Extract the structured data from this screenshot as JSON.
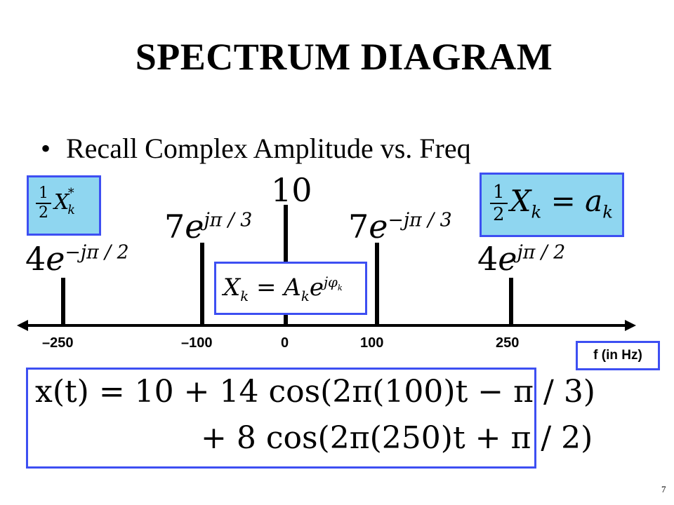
{
  "slide": {
    "title": "SPECTRUM DIAGRAM",
    "bullet": "Recall Complex Amplitude vs. Freq",
    "page_number": "7",
    "accent_color": "#3d4ff2",
    "box_fill_color": "#8fd6f0"
  },
  "spectrum": {
    "axis_label": "f (in Hz)",
    "lines": [
      {
        "freq": "–250",
        "coef": "4",
        "exp": "−jπ / 2"
      },
      {
        "freq": "–100",
        "coef": "7",
        "exp": "jπ / 3"
      },
      {
        "freq": "0",
        "coef": "10",
        "exp": ""
      },
      {
        "freq": "100",
        "coef": "7",
        "exp": "−jπ / 3"
      },
      {
        "freq": "250",
        "coef": "4",
        "exp": "jπ / 2"
      }
    ]
  },
  "notes": {
    "conjugate": {
      "frac_num": "1",
      "frac_den": "2",
      "var": "X",
      "sub": "k",
      "sup": "*"
    },
    "half_xk": {
      "frac_num": "1",
      "frac_den": "2",
      "lhs_var": "X",
      "lhs_sub": "k",
      "rhs_var": "a",
      "rhs_sub": "k"
    },
    "phasor": {
      "lhs_var": "X",
      "lhs_sub": "k",
      "amp_var": "A",
      "amp_sub": "k",
      "base": "e",
      "exp": "jφ",
      "exp_sub": "k"
    }
  },
  "equation": {
    "line1": "x(t) = 10 + 14 cos(2π(100)t − π / 3)",
    "line2": "+ 8 cos(2π(250)t + π / 2)"
  }
}
